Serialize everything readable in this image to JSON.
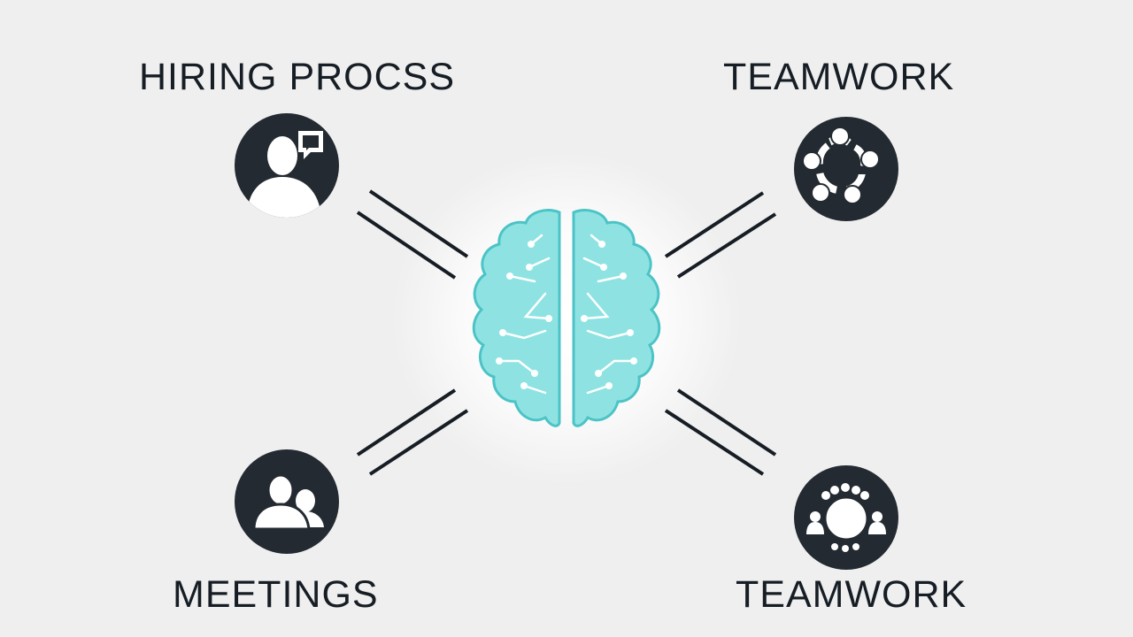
{
  "labels": {
    "top_left": "HIRING PROCSS",
    "top_right": "TEAMWORK",
    "bottom_left": "MEETINGS",
    "bottom_right": "TEAMWORK"
  },
  "icons": {
    "top_left": "person-speech-bubble-icon",
    "top_right": "teamwork-circle-icon",
    "bottom_left": "meeting-people-icon",
    "bottom_right": "round-table-icon",
    "center": "brain-icon"
  },
  "colors": {
    "background": "#efefef",
    "icon_circle": "#232a31",
    "text": "#161d24",
    "brain_fill": "#8ee3e2",
    "brain_outline": "#4cc3c6"
  }
}
